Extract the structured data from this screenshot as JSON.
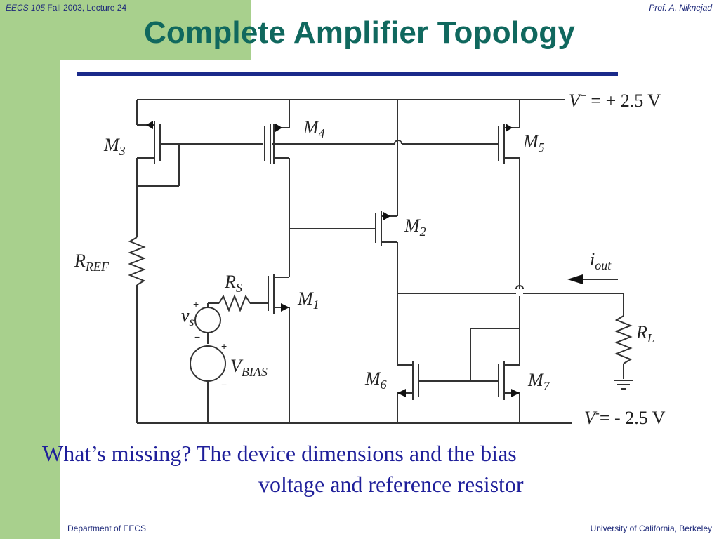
{
  "header": {
    "course": "EECS 105",
    "term": " Fall 2003, Lecture 24",
    "author": "Prof. A. Niknejad"
  },
  "slide": {
    "title": "Complete Amplifier Topology"
  },
  "circuit": {
    "labels": {
      "m1": "M",
      "m1_sub": "1",
      "m2": "M",
      "m2_sub": "2",
      "m3": "M",
      "m3_sub": "3",
      "m4": "M",
      "m4_sub": "4",
      "m5": "M",
      "m5_sub": "5",
      "m6": "M",
      "m6_sub": "6",
      "m7": "M",
      "m7_sub": "7",
      "rref": "R",
      "rref_sub": "REF",
      "rs": "R",
      "rs_sub": "S",
      "rl": "R",
      "rl_sub": "L",
      "vs": "v",
      "vs_sub": "s",
      "vbias": "V",
      "vbias_sub": "BIAS",
      "iout": "i",
      "iout_sub": "out",
      "plus": "+",
      "minus": "−"
    },
    "vplus": {
      "symbol": "V",
      "sup": "+",
      "value": " = + 2.5 V"
    },
    "vminus": {
      "symbol": "V",
      "sup": "-",
      "value": "= - 2.5 V"
    }
  },
  "caption": {
    "line1": "What’s missing?  The device dimensions and the bias",
    "line2": "voltage and reference resistor"
  },
  "footer": {
    "left": "Department of EECS",
    "right": "University of California, Berkeley"
  }
}
